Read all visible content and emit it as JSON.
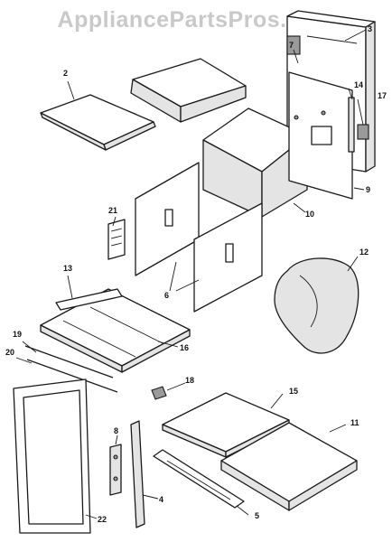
{
  "watermark": "AppliancePartsPros.com",
  "callouts": {
    "c2": "2",
    "c3": "3",
    "c4": "4",
    "c5": "5",
    "c6": "6",
    "c7": "7",
    "c8": "8",
    "c9": "9",
    "c10": "10",
    "c11": "11",
    "c12": "12",
    "c13": "13",
    "c14": "14",
    "c15": "15",
    "c16": "16",
    "c17": "17",
    "c18": "18",
    "c19": "19",
    "c20": "20",
    "c21": "21",
    "c22": "22"
  }
}
